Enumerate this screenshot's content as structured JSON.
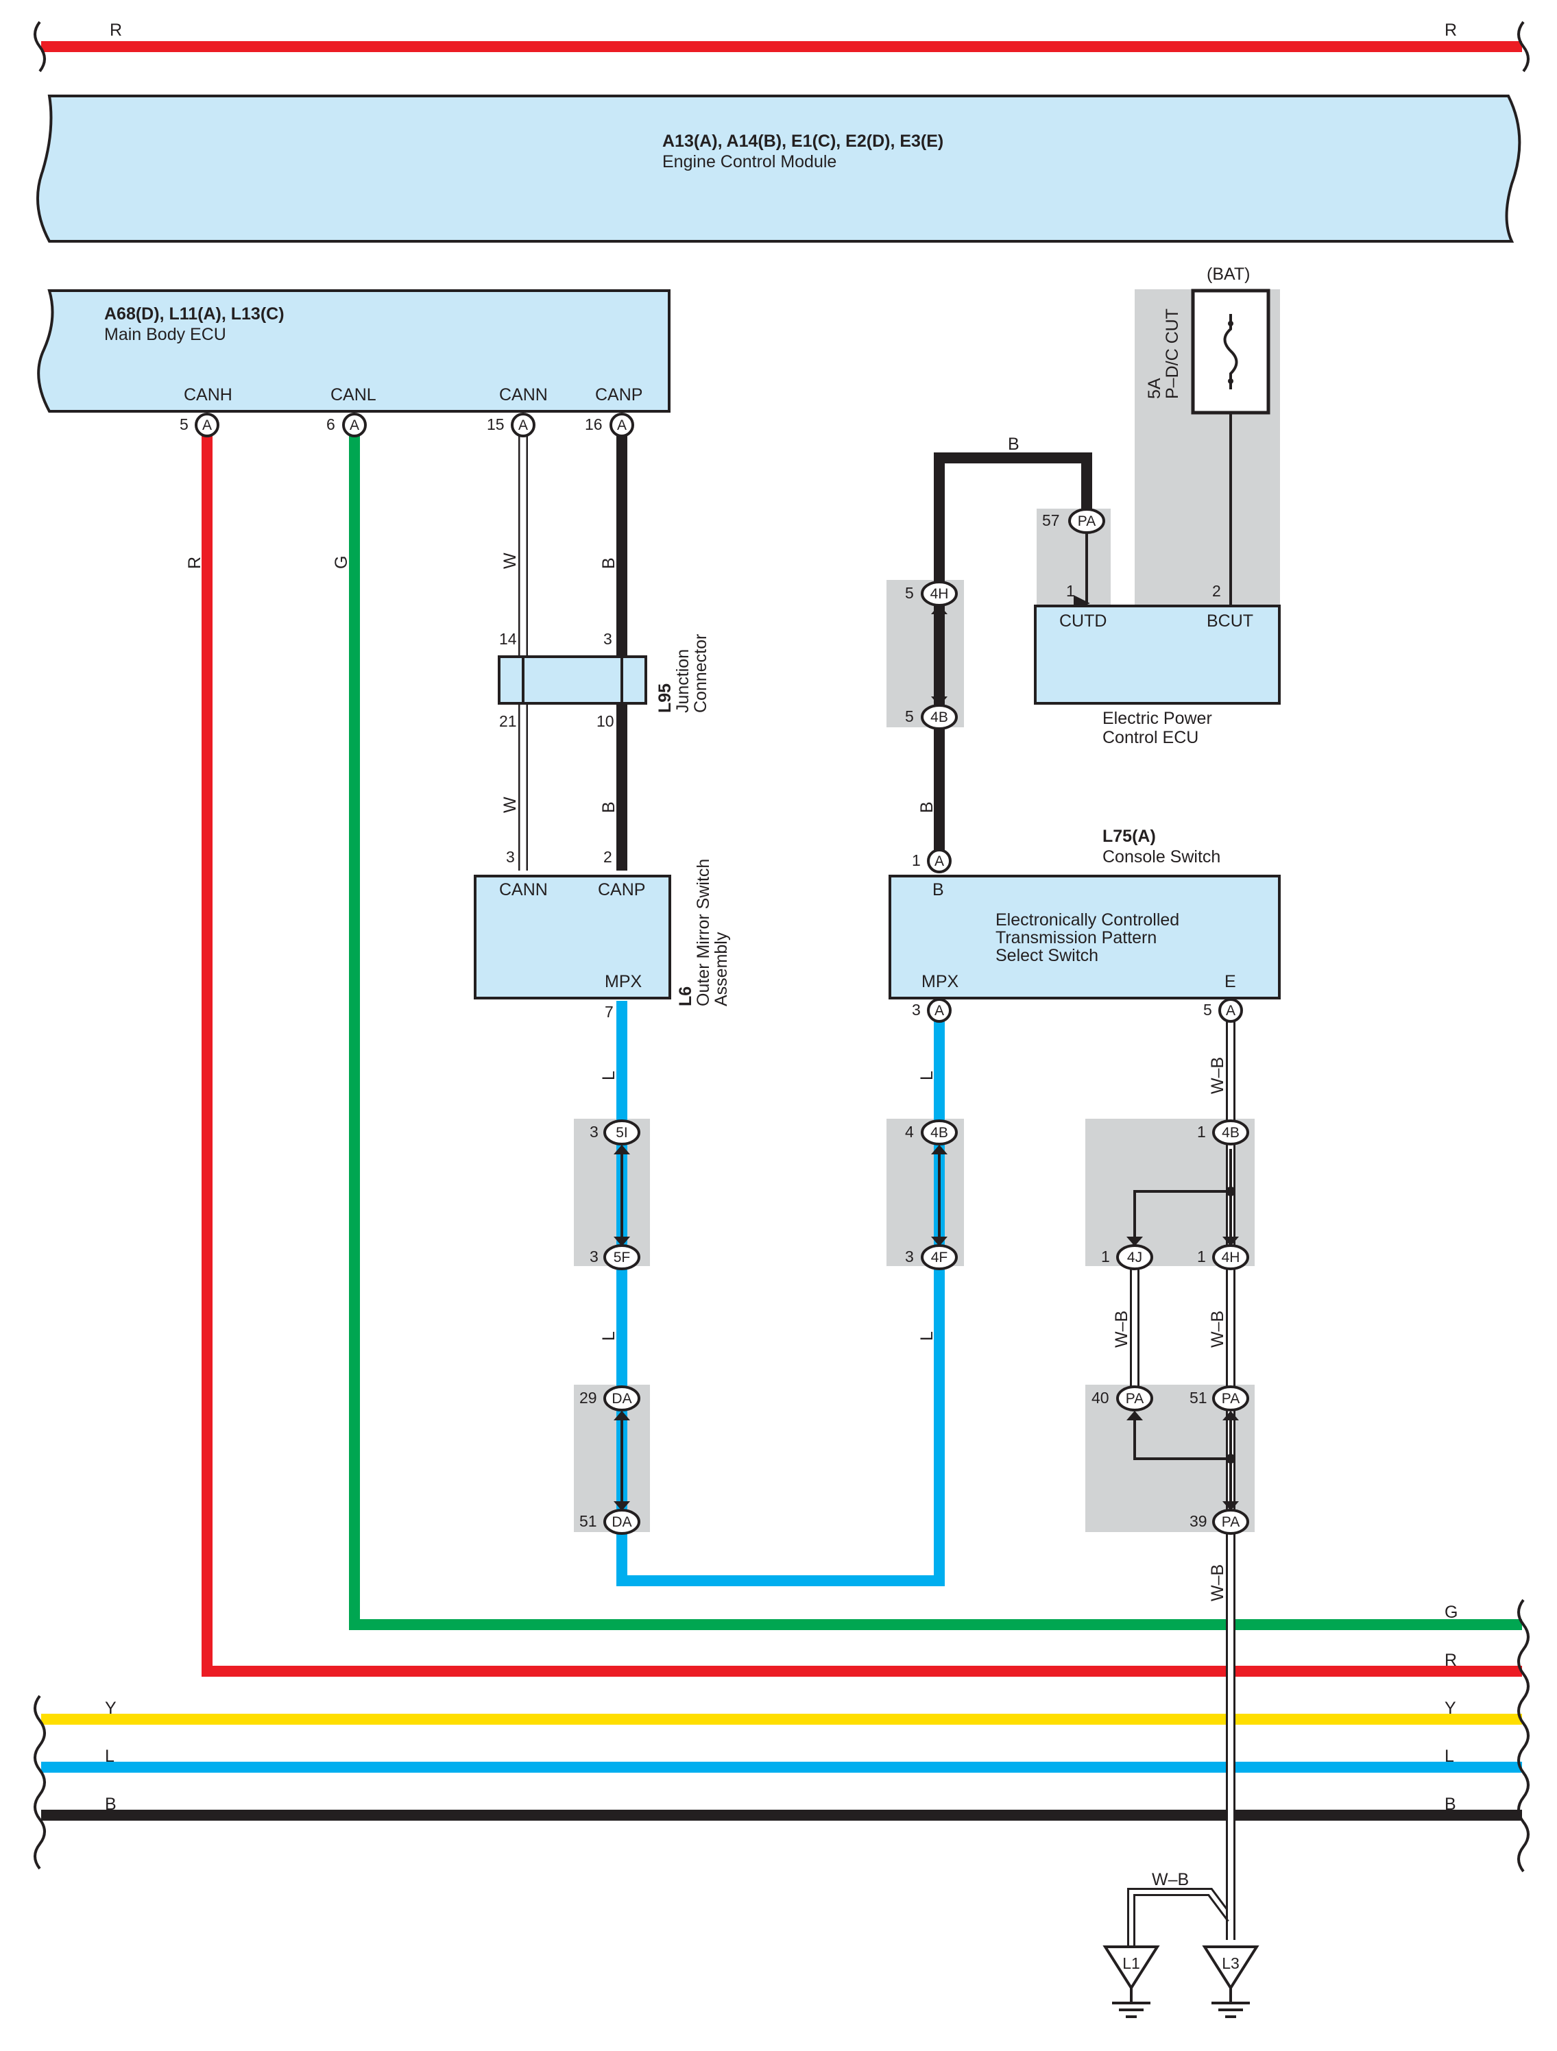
{
  "colors": {
    "red": "#ec1c24",
    "green": "#00a651",
    "yellow": "#ffde00",
    "blue": "#00aeef",
    "black": "#231f20",
    "box_fill": "#c9e8f8",
    "shade": "#d1d3d4"
  },
  "buses": {
    "top_r_left": "R",
    "top_r_right": "R",
    "g_right": "G",
    "r_right": "R",
    "y_left": "Y",
    "y_right": "Y",
    "l_left": "L",
    "l_right": "L",
    "b_left": "B",
    "b_right": "B"
  },
  "ecm": {
    "title": "A13(A), A14(B), E1(C), E2(D), E3(E)",
    "name": "Engine Control Module"
  },
  "body_ecu": {
    "title": "A68(D), L11(A), L13(C)",
    "name": "Main Body ECU",
    "pins": {
      "canh": "CANH",
      "canl": "CANL",
      "cann": "CANN",
      "canp": "CANP"
    },
    "pin_nums": {
      "canh": "5",
      "canl": "6",
      "cann": "15",
      "canp": "16"
    },
    "conn": "A"
  },
  "wires": {
    "r": "R",
    "g": "G",
    "w": "W",
    "b": "B",
    "l": "L",
    "wb": "W–B"
  },
  "junction": {
    "id": "L95",
    "line1": "Junction",
    "line2": "Connector",
    "pins": {
      "tl": "14",
      "tr": "3",
      "bl": "21",
      "br": "10"
    }
  },
  "mirror": {
    "id": "L6",
    "line1": "Outer Mirror Switch",
    "line2": "Assembly",
    "pins": {
      "cann": "CANN",
      "canp": "CANP",
      "mpx": "MPX"
    },
    "pin_nums": {
      "cann": "3",
      "canp": "2",
      "mpx": "7"
    }
  },
  "bat": {
    "label": "(BAT)",
    "fuse_amp": "5A",
    "fuse_name": "P–D/C CUT"
  },
  "epc": {
    "name1": "Electric Power",
    "name2": "Control ECU",
    "pins": {
      "cutd": "CUTD",
      "bcut": "BCUT"
    },
    "pin_nums": {
      "cutd": "1",
      "bcut": "2"
    }
  },
  "console": {
    "title": "L75(A)",
    "name": "Console Switch",
    "inner1": "Electronically Controlled",
    "inner2": "Transmission Pattern",
    "inner3": "Select Switch",
    "pins": {
      "b": "B",
      "mpx": "MPX",
      "e": "E"
    },
    "pin_nums": {
      "b": "1",
      "mpx": "3",
      "e": "5"
    },
    "conn": "A"
  },
  "connectors": {
    "pa57": {
      "num": "57",
      "code": "PA"
    },
    "h4_top": {
      "num": "5",
      "code": "4H"
    },
    "b4_top": {
      "num": "5",
      "code": "4B"
    },
    "i5": {
      "num": "3",
      "code": "5I"
    },
    "f5": {
      "num": "3",
      "code": "5F"
    },
    "da29": {
      "num": "29",
      "code": "DA"
    },
    "da51": {
      "num": "51",
      "code": "DA"
    },
    "b4_mid": {
      "num": "4",
      "code": "4B"
    },
    "f4_mid": {
      "num": "3",
      "code": "4F"
    },
    "b4_right": {
      "num": "1",
      "code": "4B"
    },
    "j4": {
      "num": "1",
      "code": "4J"
    },
    "h4_right": {
      "num": "1",
      "code": "4H"
    },
    "pa40": {
      "num": "40",
      "code": "PA"
    },
    "pa51": {
      "num": "51",
      "code": "PA"
    },
    "pa39": {
      "num": "39",
      "code": "PA"
    }
  },
  "grounds": {
    "l1": "L1",
    "l3": "L3"
  }
}
